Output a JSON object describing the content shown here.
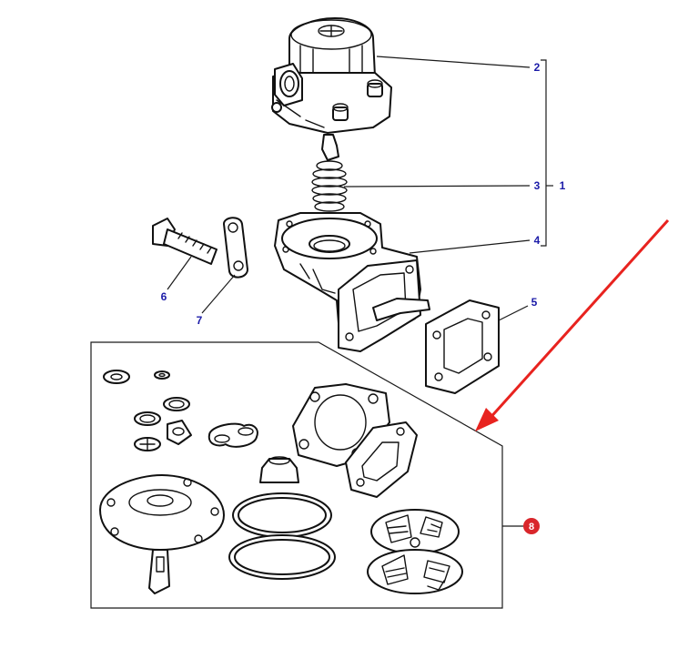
{
  "diagram": {
    "callouts": [
      {
        "id": "1",
        "label": "1"
      },
      {
        "id": "2",
        "label": "2"
      },
      {
        "id": "3",
        "label": "3"
      },
      {
        "id": "4",
        "label": "4"
      },
      {
        "id": "5",
        "label": "5"
      },
      {
        "id": "6",
        "label": "6"
      },
      {
        "id": "7",
        "label": "7"
      },
      {
        "id": "8",
        "label": "8"
      }
    ],
    "colors": {
      "callout_text": "#1b1ba8",
      "highlight_badge": "#d9262b",
      "arrow": "#e8231f",
      "line": "#111111"
    }
  }
}
